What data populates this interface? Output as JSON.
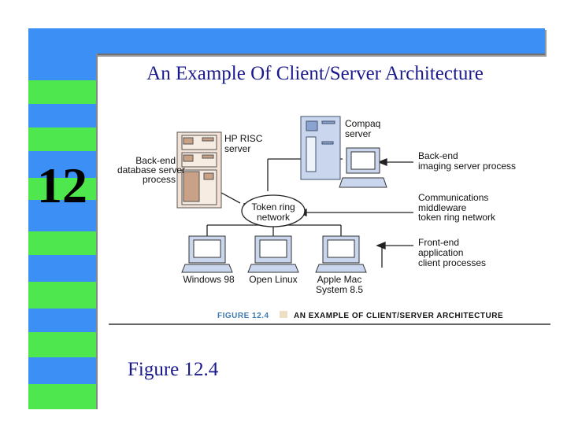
{
  "slide": {
    "title": "An Example Of Client/Server Architecture",
    "chapter_number": "12",
    "caption": "Figure 12.4",
    "colors": {
      "blue": "#3b8ff5",
      "green": "#4ee84e",
      "title_text": "#1a1a8c"
    }
  },
  "diagram": {
    "hp_server": {
      "line1": "HP RISC",
      "line2": "server"
    },
    "backend_db": {
      "line1": "Back-end",
      "line2": "database server",
      "line3": "process"
    },
    "compaq": {
      "line1": "Compaq",
      "line2": "server"
    },
    "imaging": {
      "line1": "Back-end",
      "line2": "imaging server process"
    },
    "comms": {
      "line1": "Communications",
      "line2": "middleware",
      "line3": "token ring network"
    },
    "token_ring": {
      "line1": "Token ring",
      "line2": "network"
    },
    "frontend": {
      "line1": "Front-end",
      "line2": "application",
      "line3": "client processes"
    },
    "clients": {
      "win98": "Windows 98",
      "linux": "Open Linux",
      "mac_line1": "Apple Mac",
      "mac_line2": "System 8.5"
    },
    "figure_label": {
      "number": "FIGURE 12.4",
      "title": "AN EXAMPLE OF CLIENT/SERVER ARCHITECTURE"
    }
  }
}
